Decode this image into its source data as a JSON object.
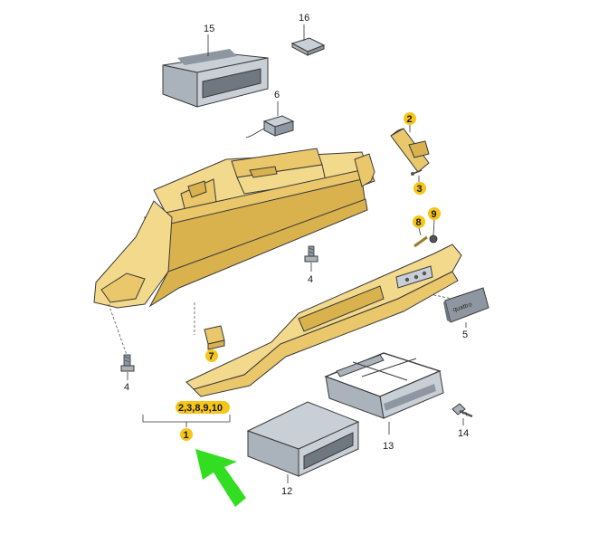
{
  "part_labels": {
    "p1": "1",
    "p2": "2",
    "p3": "3",
    "p4a": "4",
    "p4b": "4",
    "p5": "5",
    "p6": "6",
    "p7": "7",
    "p8": "8",
    "p9": "9",
    "p12": "12",
    "p13": "13",
    "p14": "14",
    "p15": "15",
    "p16": "16",
    "kit": "2,3,8,9,10"
  },
  "emblem_text": "quattro",
  "colors": {
    "badge": "#f5c518",
    "arrow": "#33dd22",
    "part_yellow": "#f3d98b"
  }
}
